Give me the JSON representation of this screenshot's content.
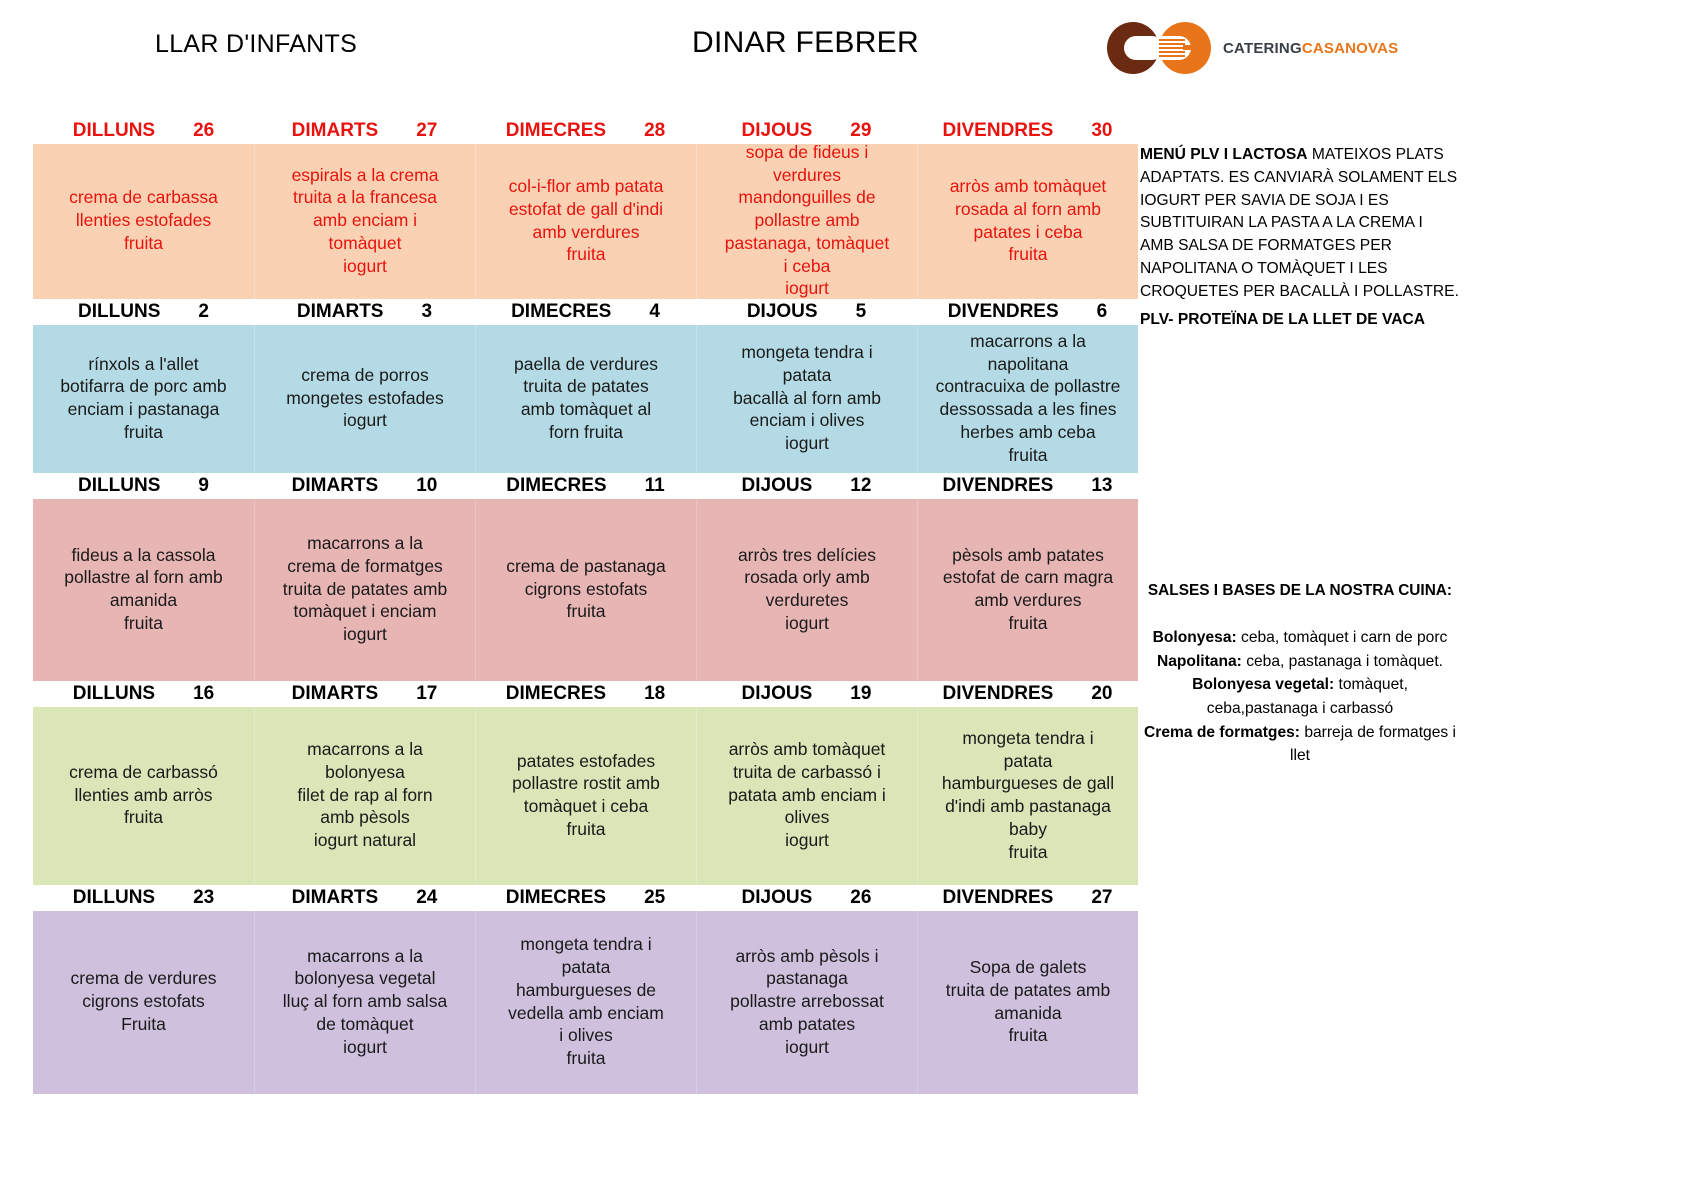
{
  "header": {
    "left_title": "LLAR D'INFANTS",
    "center_title": "DINAR FEBRER",
    "logo": {
      "text_part1": "CATERING",
      "text_part2": "CASANOVAS",
      "color_dark": "#6b2a12",
      "color_orange": "#e8751a"
    }
  },
  "colors": {
    "week1": "#fad2b3",
    "week2": "#b4dbe5",
    "week3": "#e8b5b5",
    "week4": "#dae5b8",
    "week5": "#cfc0de",
    "week1_text": "#e8130f",
    "header_red": "#e8130f"
  },
  "weeks": [
    {
      "id": "week-1",
      "fill": "w-orange",
      "height": "h-orange",
      "header_red": true,
      "text_red": true,
      "days": [
        {
          "label": "DILLUNS",
          "num": "26"
        },
        {
          "label": "DIMARTS",
          "num": "27"
        },
        {
          "label": "DIMECRES",
          "num": "28"
        },
        {
          "label": "DIJOUS",
          "num": "29"
        },
        {
          "label": "DIVENDRES",
          "num": "30"
        }
      ],
      "meals": [
        [
          "crema de carbassa",
          "llenties estofades",
          "fruita"
        ],
        [
          "espirals a la crema",
          "truita a la francesa",
          "amb enciam i",
          "tomàquet",
          "iogurt"
        ],
        [
          "col-i-flor amb patata",
          "estofat de gall d'indi",
          "amb verdures",
          "fruita"
        ],
        [
          "sopa de fideus i",
          "verdures",
          "mandonguilles de",
          "pollastre amb",
          "pastanaga, tomàquet",
          "i ceba",
          "iogurt"
        ],
        [
          "arròs amb tomàquet",
          "rosada al forn amb",
          "patates i ceba",
          "fruita"
        ]
      ]
    },
    {
      "id": "week-2",
      "fill": "w-blue",
      "height": "h-blue",
      "header_red": false,
      "text_red": false,
      "days": [
        {
          "label": "DILLUNS",
          "num": "2"
        },
        {
          "label": "DIMARTS",
          "num": "3"
        },
        {
          "label": "DIMECRES",
          "num": "4"
        },
        {
          "label": "DIJOUS",
          "num": "5"
        },
        {
          "label": "DIVENDRES",
          "num": "6"
        }
      ],
      "meals": [
        [
          "rínxols a l'allet",
          "botifarra  de porc amb",
          "enciam i pastanaga",
          "fruita"
        ],
        [
          "crema de porros",
          "mongetes estofades",
          "iogurt"
        ],
        [
          "paella de verdures",
          "truita de patates",
          "amb tomàquet al",
          "forn                 fruita"
        ],
        [
          "mongeta tendra i",
          "patata",
          "bacallà al forn amb",
          "enciam  i olives",
          "iogurt"
        ],
        [
          "macarrons a la",
          "napolitana",
          "contracuixa de pollastre",
          "dessossada a les fines",
          "herbes amb ceba",
          "fruita"
        ]
      ]
    },
    {
      "id": "week-3",
      "fill": "w-pink",
      "height": "h-pink",
      "header_red": false,
      "text_red": false,
      "days": [
        {
          "label": "DILLUNS",
          "num": "9"
        },
        {
          "label": "DIMARTS",
          "num": "10"
        },
        {
          "label": "DIMECRES",
          "num": "11"
        },
        {
          "label": "DIJOUS",
          "num": "12"
        },
        {
          "label": "DIVENDRES",
          "num": "13"
        }
      ],
      "meals": [
        [
          "fideus a la cassola",
          "pollastre al forn amb",
          "amanida",
          "fruita"
        ],
        [
          "macarrons a la",
          "crema de formatges",
          "truita de patates amb",
          "tomàquet i enciam",
          "iogurt"
        ],
        [
          "crema de pastanaga",
          "cigrons estofats",
          "fruita"
        ],
        [
          "arròs tres delícies",
          "rosada orly amb",
          "verduretes",
          "iogurt"
        ],
        [
          "pèsols amb patates",
          "estofat de carn magra",
          "amb verdures",
          "fruita"
        ]
      ]
    },
    {
      "id": "week-4",
      "fill": "w-green",
      "height": "h-green",
      "header_red": false,
      "text_red": false,
      "days": [
        {
          "label": "DILLUNS",
          "num": "16"
        },
        {
          "label": "DIMARTS",
          "num": "17"
        },
        {
          "label": "DIMECRES",
          "num": "18"
        },
        {
          "label": "DIJOUS",
          "num": "19"
        },
        {
          "label": "DIVENDRES",
          "num": "20"
        }
      ],
      "meals": [
        [
          "crema de carbassó",
          "llenties amb arròs",
          "fruita"
        ],
        [
          "macarrons a la",
          "bolonyesa",
          "filet de rap al forn",
          "amb pèsols",
          "iogurt natural"
        ],
        [
          "patates estofades",
          "pollastre rostit amb",
          "tomàquet i ceba",
          "fruita"
        ],
        [
          "arròs amb tomàquet",
          "truita de carbassó i",
          "patata amb enciam i",
          "olives",
          "iogurt"
        ],
        [
          "mongeta tendra i",
          "patata",
          "hamburgueses de gall",
          "d'indi amb pastanaga",
          "baby",
          "fruita"
        ]
      ]
    },
    {
      "id": "week-5",
      "fill": "w-purple",
      "height": "h-purple",
      "header_red": false,
      "text_red": false,
      "days": [
        {
          "label": "DILLUNS",
          "num": "23"
        },
        {
          "label": "DIMARTS",
          "num": "24"
        },
        {
          "label": "DIMECRES",
          "num": "25"
        },
        {
          "label": "DIJOUS",
          "num": "26"
        },
        {
          "label": "DIVENDRES",
          "num": "27"
        }
      ],
      "meals": [
        [
          "crema de verdures",
          "cigrons estofats",
          "Fruita"
        ],
        [
          "macarrons a la",
          "bolonyesa vegetal",
          "lluç al forn amb salsa",
          "de tomàquet",
          "iogurt"
        ],
        [
          "mongeta tendra i",
          "patata",
          "hamburgueses de",
          "vedella amb enciam",
          "i olives",
          "fruita"
        ],
        [
          "arròs amb pèsols i",
          "pastanaga",
          "pollastre arrebossat",
          "amb patates",
          "iogurt"
        ],
        [
          "Sopa de galets",
          "truita de patates amb",
          "amanida",
          "fruita"
        ]
      ]
    }
  ],
  "side_panel": {
    "plv_bold": "MENÚ PLV I LACTOSA",
    "plv_text": " MATEIXOS PLATS ADAPTATS. ES CANVIARÀ SOLAMENT ELS IOGURT PER SAVIA DE SOJA  I ES SUBTITUIRAN LA PASTA A LA CREMA  I AMB SALSA  DE FORMATGES  PER NAPOLITANA O TOMÀQUET I LES CROQUETES PER BACALLÀ I POLLASTRE.",
    "plv_footnote": "PLV- PROTEÏNA DE LA LLET DE VACA"
  },
  "sauces": {
    "title": "SALSES I BASES DE LA NOSTRA CUINA:",
    "items": [
      {
        "name": "Bolonyesa:",
        "desc": " ceba, tomàquet i carn de porc"
      },
      {
        "name": "Napolitana:",
        "desc": " ceba, pastanaga  i tomàquet."
      },
      {
        "name": "Bolonyesa vegetal:",
        "desc": " tomàquet, ceba,pastanaga i carbassó"
      },
      {
        "name": "Crema de formatges:",
        "desc": " barreja de formatges i llet"
      }
    ]
  }
}
